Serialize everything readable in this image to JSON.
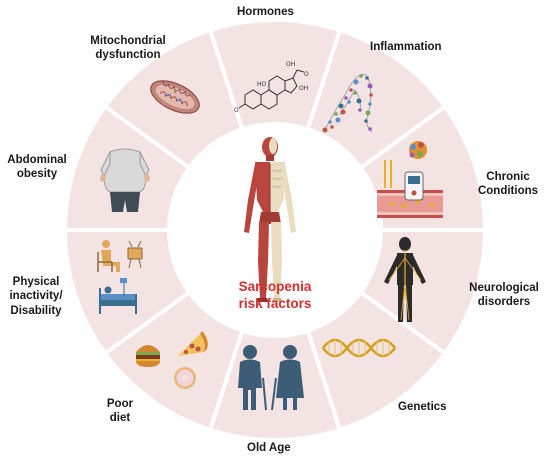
{
  "center": {
    "line1": "Sarcopenia",
    "line2": "risk factors"
  },
  "factors": [
    {
      "id": "hormones",
      "lines": [
        "Hormones"
      ],
      "icon": "steroid-molecule-icon"
    },
    {
      "id": "inflammation",
      "lines": [
        "Inflammation"
      ],
      "icon": "inflammation-cells-icon"
    },
    {
      "id": "chronic",
      "lines": [
        "Chronic",
        "Conditions"
      ],
      "icon": "blood-vessel-glucometer-icon"
    },
    {
      "id": "neuro",
      "lines": [
        "Neurological",
        "disorders"
      ],
      "icon": "nervous-system-figure-icon"
    },
    {
      "id": "genetics",
      "lines": [
        "Genetics"
      ],
      "icon": "dna-helix-icon"
    },
    {
      "id": "oldage",
      "lines": [
        "Old Age"
      ],
      "icon": "elderly-couple-icon"
    },
    {
      "id": "diet",
      "lines": [
        "Poor",
        "diet"
      ],
      "icon": "junk-food-icon"
    },
    {
      "id": "inactivity",
      "lines": [
        "Physical",
        "inactivity/",
        "Disability"
      ],
      "icon": "sedentary-bed-icon"
    },
    {
      "id": "obesity",
      "lines": [
        "Abdominal",
        "obesity"
      ],
      "icon": "obese-torso-icon"
    },
    {
      "id": "mito",
      "lines": [
        "Mitochondrial",
        "dysfunction"
      ],
      "icon": "mitochondrion-icon"
    }
  ],
  "colors": {
    "segment": "#f3e3e3",
    "divider": "#ffffff",
    "center_text": "#d0312d",
    "muscle": "#b8453e",
    "bone": "#e9dcc0",
    "elderly": "#3c5d75"
  }
}
